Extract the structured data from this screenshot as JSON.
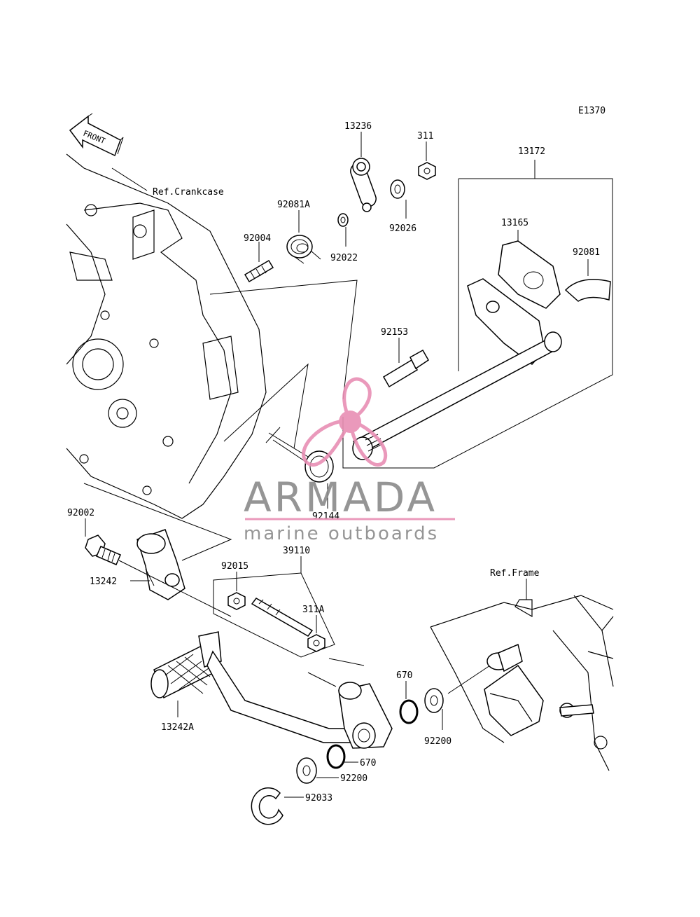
{
  "diagram_code": "E1370",
  "front_arrow_label": "FRONT",
  "refs": {
    "crankcase": "Ref.Crankcase",
    "frame": "Ref.Frame"
  },
  "parts": {
    "p13236": "13236",
    "p311": "311",
    "p13172": "13172",
    "p92081A": "92081A",
    "p13165": "13165",
    "p92004": "92004",
    "p92022": "92022",
    "p92026": "92026",
    "p92081": "92081",
    "p92153": "92153",
    "p92144": "92144",
    "p92002": "92002",
    "p39110": "39110",
    "p92015": "92015",
    "p13242": "13242",
    "p311A": "311A",
    "p670_top": "670",
    "p13242A": "13242A",
    "p92200_right": "92200",
    "p670_bottom": "670",
    "p92200_bottom": "92200",
    "p92033": "92033"
  },
  "watermark": {
    "brand": "ARMADA",
    "tagline": "marine outboards",
    "accent_color": "#e88fb4",
    "text_color": "#8a8a8a"
  }
}
